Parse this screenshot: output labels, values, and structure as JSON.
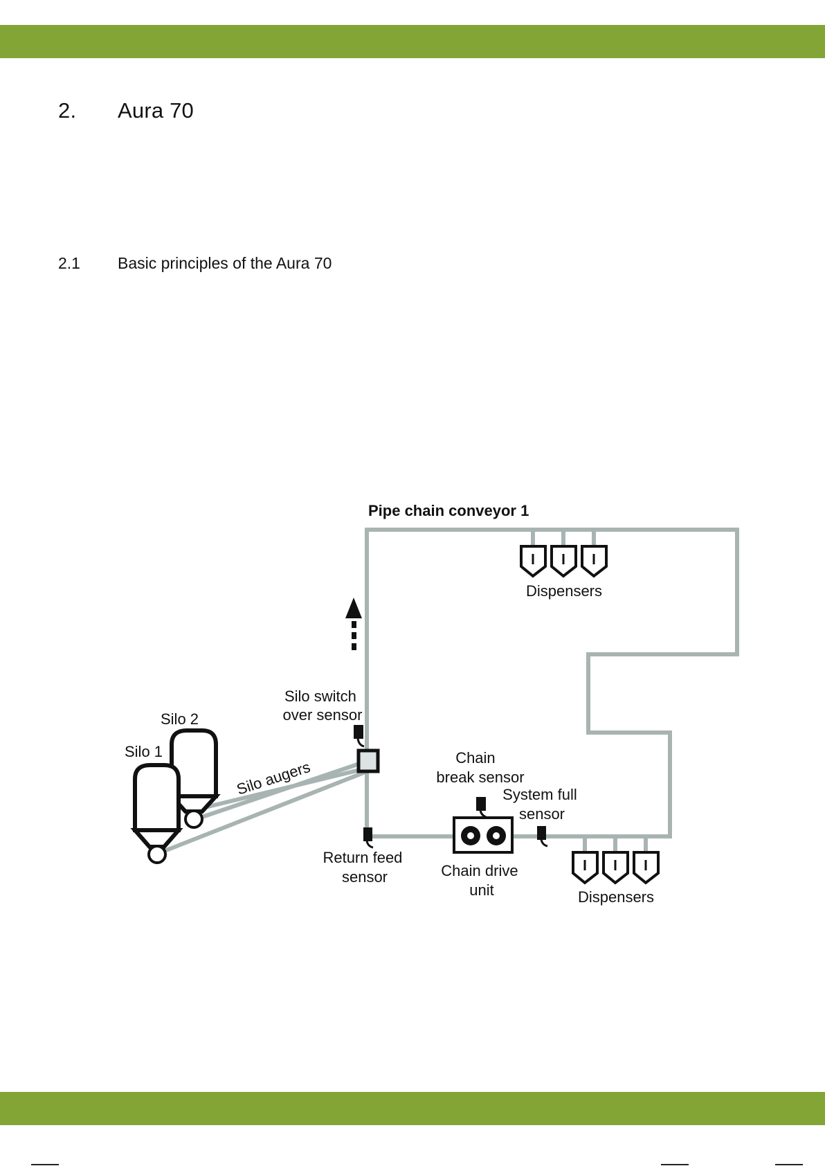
{
  "colors": {
    "band": "#82a536",
    "pipe": "#a8b4b2",
    "ink": "#111111"
  },
  "heading": {
    "number": "2.",
    "title": "Aura 70"
  },
  "subheading": {
    "number": "2.1",
    "title": "Basic principles of the Aura 70"
  },
  "diagram": {
    "conveyor_label": "Pipe chain conveyor 1",
    "dispensers_top": "Dispensers",
    "dispensers_bottom": "Dispensers",
    "silo_1": "Silo 1",
    "silo_2": "Silo 2",
    "silo_augers": "Silo augers",
    "silo_switch_sensor": [
      "Silo switch",
      "over sensor"
    ],
    "chain_break_sensor": [
      "Chain",
      "break sensor"
    ],
    "system_full_sensor": [
      "System full",
      "sensor"
    ],
    "return_feed_sensor": [
      "Return feed",
      "sensor"
    ],
    "chain_drive_unit": [
      "Chain drive",
      "unit"
    ]
  }
}
